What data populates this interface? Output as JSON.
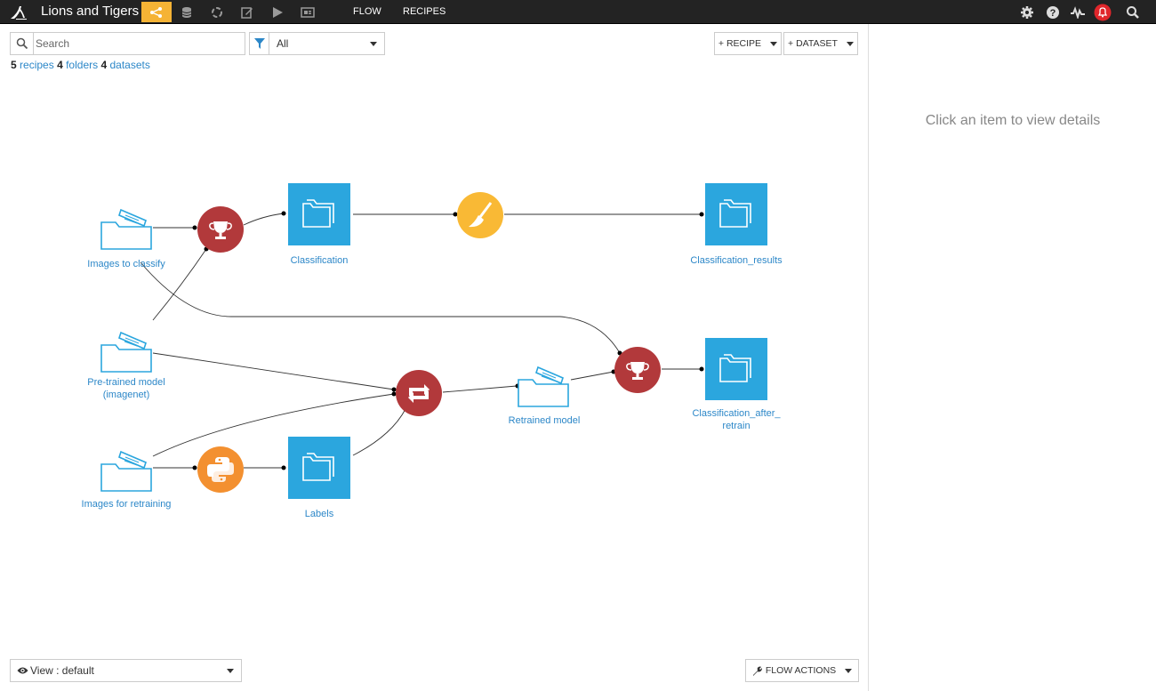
{
  "app": {
    "project_name": "Lions and Tigers",
    "nav_icons": [
      "flow-icon",
      "datasets-icon",
      "models-icon",
      "notebooks-icon",
      "jobs-icon",
      "dashboards-icon"
    ],
    "tabs": [
      "FLOW",
      "RECIPES"
    ],
    "right_icons": [
      "gear-icon",
      "help-icon",
      "activity-icon",
      "notifications-icon",
      "search-icon"
    ],
    "accent_color": "#f5b335"
  },
  "toolbar": {
    "search_placeholder": "Search",
    "filter_value": "All",
    "recipe_button": "+ RECIPE",
    "dataset_button": "+ DATASET"
  },
  "counts": {
    "recipes_num": "5",
    "recipes_label": "recipes",
    "folders_num": "4",
    "folders_label": "folders",
    "datasets_num": "4",
    "datasets_label": "datasets"
  },
  "details_panel": {
    "message": "Click an item to view details"
  },
  "bottom": {
    "view_label": "View : default",
    "flow_actions": "FLOW ACTIONS"
  },
  "flow": {
    "folders": [
      {
        "id": "images_to_classify",
        "label": "Images to classify"
      },
      {
        "id": "pretrained_model",
        "label_lines": [
          "Pre-trained model",
          "(imagenet)"
        ]
      },
      {
        "id": "images_for_retraining",
        "label": "Images for retraining"
      },
      {
        "id": "retrained_model",
        "label": "Retrained model"
      }
    ],
    "datasets": [
      {
        "id": "classification",
        "label": "Classification"
      },
      {
        "id": "classification_results",
        "label": "Classification_results"
      },
      {
        "id": "labels",
        "label": "Labels"
      },
      {
        "id": "classification_after_retrain",
        "label_lines": [
          "Classification_after_",
          "retrain"
        ]
      }
    ],
    "recipes": [
      {
        "id": "score1",
        "type": "score",
        "color": "#b2393b"
      },
      {
        "id": "prepare",
        "type": "prepare",
        "color": "#f9b935"
      },
      {
        "id": "train",
        "type": "train",
        "color": "#b2393b"
      },
      {
        "id": "python",
        "type": "python",
        "color": "#f39030"
      },
      {
        "id": "score2",
        "type": "score",
        "color": "#b2393b"
      }
    ],
    "folder_color": "#2ba6de",
    "dataset_color": "#2ba6de"
  }
}
